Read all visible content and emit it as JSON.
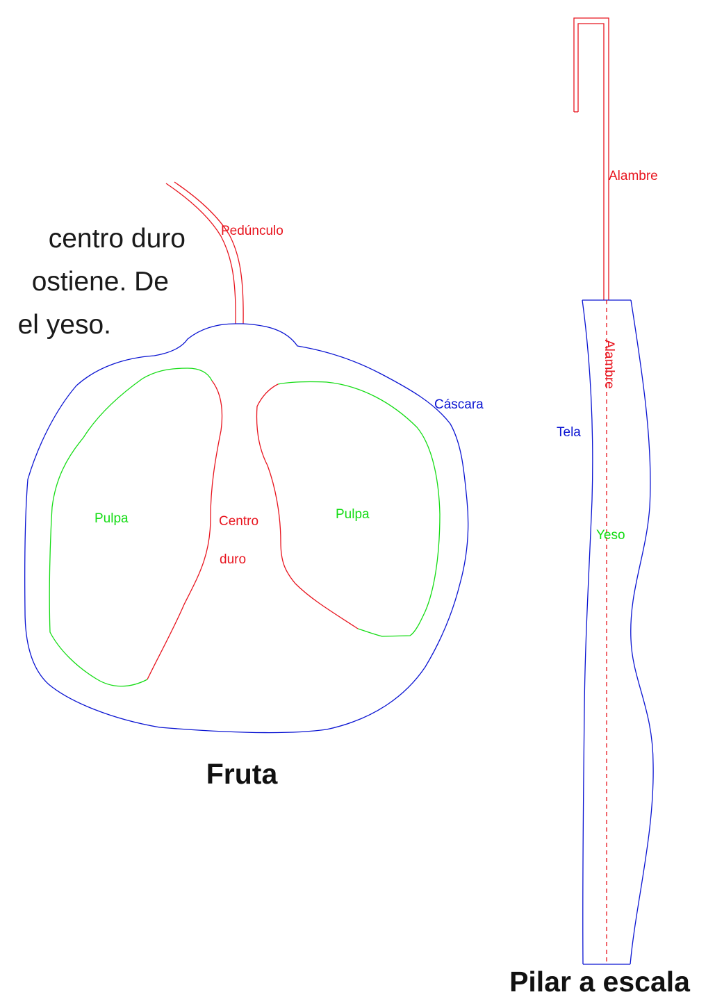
{
  "description_text": {
    "lines": [
      "centro duro",
      "ostiene. De",
      "el yeso."
    ]
  },
  "fruit": {
    "title": "Fruta",
    "labels": {
      "stem": "Pedúnculo",
      "peel": "Cáscara",
      "pulp_left": "Pulpa",
      "pulp_right": "Pulpa",
      "core_line1": "Centro",
      "core_line2": "duro"
    }
  },
  "pillar": {
    "title": "Pilar a escala",
    "labels": {
      "wire_top": "Alambre",
      "wire_vertical": "Alambre",
      "fabric": "Tela",
      "plaster": "Yeso"
    }
  },
  "colors": {
    "stem_core_wire": "#e8141e",
    "peel_fabric": "#0a14d2",
    "pulp_plaster": "#14dc14",
    "title": "#111111"
  }
}
